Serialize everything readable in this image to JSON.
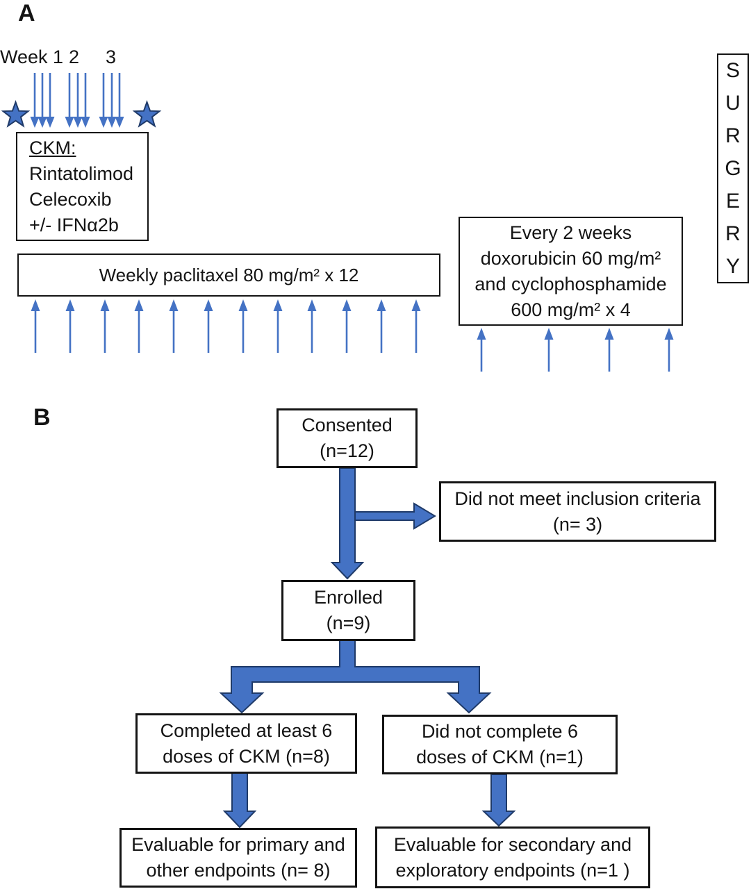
{
  "panel_a": {
    "label": "A",
    "week_label": "Week 1",
    "week_2": "2",
    "week_3": "3",
    "ckm_box": {
      "title": "CKM:",
      "lines": [
        "Rintatolimod",
        "Celecoxib",
        "+/- IFNα2b"
      ]
    },
    "paclitaxel_box": "Weekly paclitaxel 80 mg/m² x 12",
    "chemo_box": {
      "lines": [
        "Every 2 weeks",
        "doxorubicin 60 mg/m²",
        "and cyclophosphamide",
        "600 mg/m² x 4"
      ]
    },
    "surgery_box": "SURGERY",
    "dose_arrow_counts": {
      "ckm_weekly_arrows": 9,
      "paclitaxel_arrows": 12,
      "chemo_arrows": 4,
      "stars": 2
    }
  },
  "panel_b": {
    "label": "B",
    "consented": {
      "line1": "Consented",
      "line2": "(n=12)"
    },
    "not_meet": {
      "line1": "Did not meet inclusion criteria",
      "line2": "(n= 3)"
    },
    "enrolled": {
      "line1": "Enrolled",
      "line2": "(n=9)"
    },
    "completed": {
      "line1": "Completed at least 6",
      "line2": "doses of CKM (n=8)"
    },
    "not_complete": {
      "line1": "Did not complete  6",
      "line2": "doses of CKM (n=1)"
    },
    "eval_primary": {
      "line1": "Evaluable for primary and",
      "line2": "other endpoints (n= 8)"
    },
    "eval_secondary": {
      "line1": "Evaluable for secondary and",
      "line2": "exploratory endpoints (n=1 )"
    }
  },
  "colors": {
    "arrow_blue": "#4472C4",
    "arrow_outline": "#1f3a68",
    "box_border": "#141414",
    "background": "#ffffff"
  }
}
